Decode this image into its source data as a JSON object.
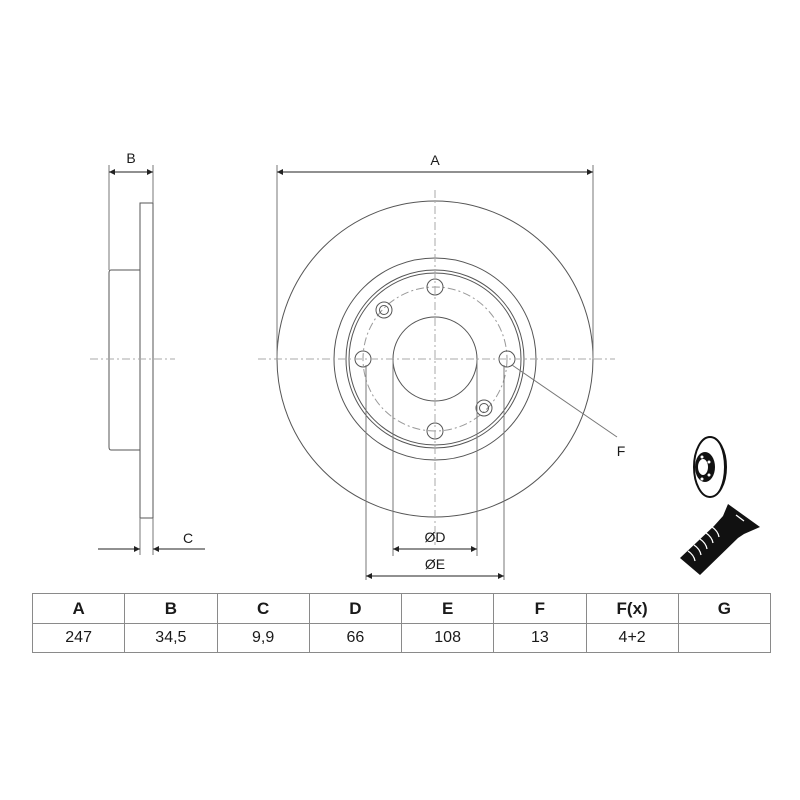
{
  "drawing": {
    "side_view": {
      "dim_b_label": "B",
      "dim_c_label": "C"
    },
    "front_view": {
      "dim_a_label": "A",
      "dim_d_label": "ØD",
      "dim_e_label": "ØE",
      "dim_f_label": "F",
      "bolt_holes": 4,
      "extra_holes": 2
    },
    "line_color": "#555555",
    "centerline_color": "#aaaaaa"
  },
  "icons": [
    "brake-disc-icon",
    "countersunk-screw-icon"
  ],
  "spec_table": {
    "headers": [
      "A",
      "B",
      "C",
      "D",
      "E",
      "F",
      "F(x)",
      "G"
    ],
    "values": [
      "247",
      "34,5",
      "9,9",
      "66",
      "108",
      "13",
      "4+2",
      ""
    ]
  }
}
